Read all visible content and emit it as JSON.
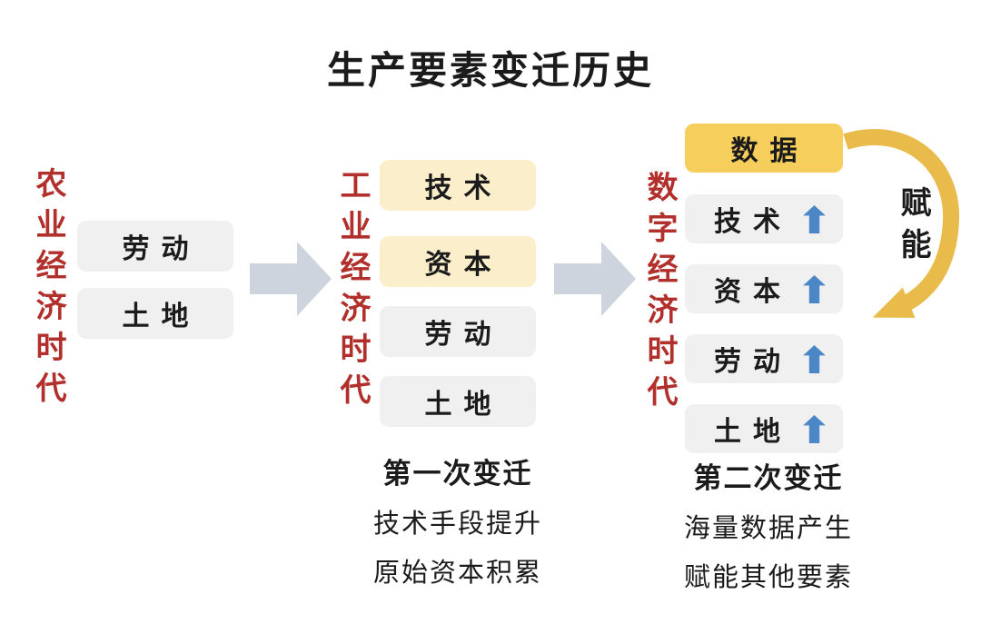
{
  "title": "生产要素变迁历史",
  "empower_label": "赋能",
  "eras": [
    {
      "name": "农业经济时代",
      "factors": [
        {
          "label": "劳动",
          "style": "gray",
          "arrow": false
        },
        {
          "label": "土地",
          "style": "gray",
          "arrow": false
        }
      ]
    },
    {
      "name": "工业经济时代",
      "factors": [
        {
          "label": "技术",
          "style": "cream",
          "arrow": false
        },
        {
          "label": "资本",
          "style": "cream",
          "arrow": false
        },
        {
          "label": "劳动",
          "style": "gray",
          "arrow": false
        },
        {
          "label": "土地",
          "style": "gray",
          "arrow": false
        }
      ],
      "caption": {
        "title": "第一次变迁",
        "line1": "技术手段提升",
        "line2": "原始资本积累"
      }
    },
    {
      "name": "数字经济时代",
      "factors": [
        {
          "label": "数据",
          "style": "gold",
          "arrow": false
        },
        {
          "label": "技术",
          "style": "gray",
          "arrow": true
        },
        {
          "label": "资本",
          "style": "gray",
          "arrow": true
        },
        {
          "label": "劳动",
          "style": "gray",
          "arrow": true
        },
        {
          "label": "土地",
          "style": "gray",
          "arrow": true
        }
      ],
      "caption": {
        "title": "第二次变迁",
        "line1": "海量数据产生",
        "line2": "赋能其他要素"
      }
    }
  ],
  "colors": {
    "era_label_red": "#b2302c",
    "gray_box": "#f0f0f1",
    "cream_box": "#faeecb",
    "gold_box": "#f6ce5b",
    "transition_arrow": "#ced4de",
    "up_arrow_blue": "#4b87c7",
    "empower_arrow_gold": "#e9bb4b",
    "text": "#1b1b1b"
  }
}
